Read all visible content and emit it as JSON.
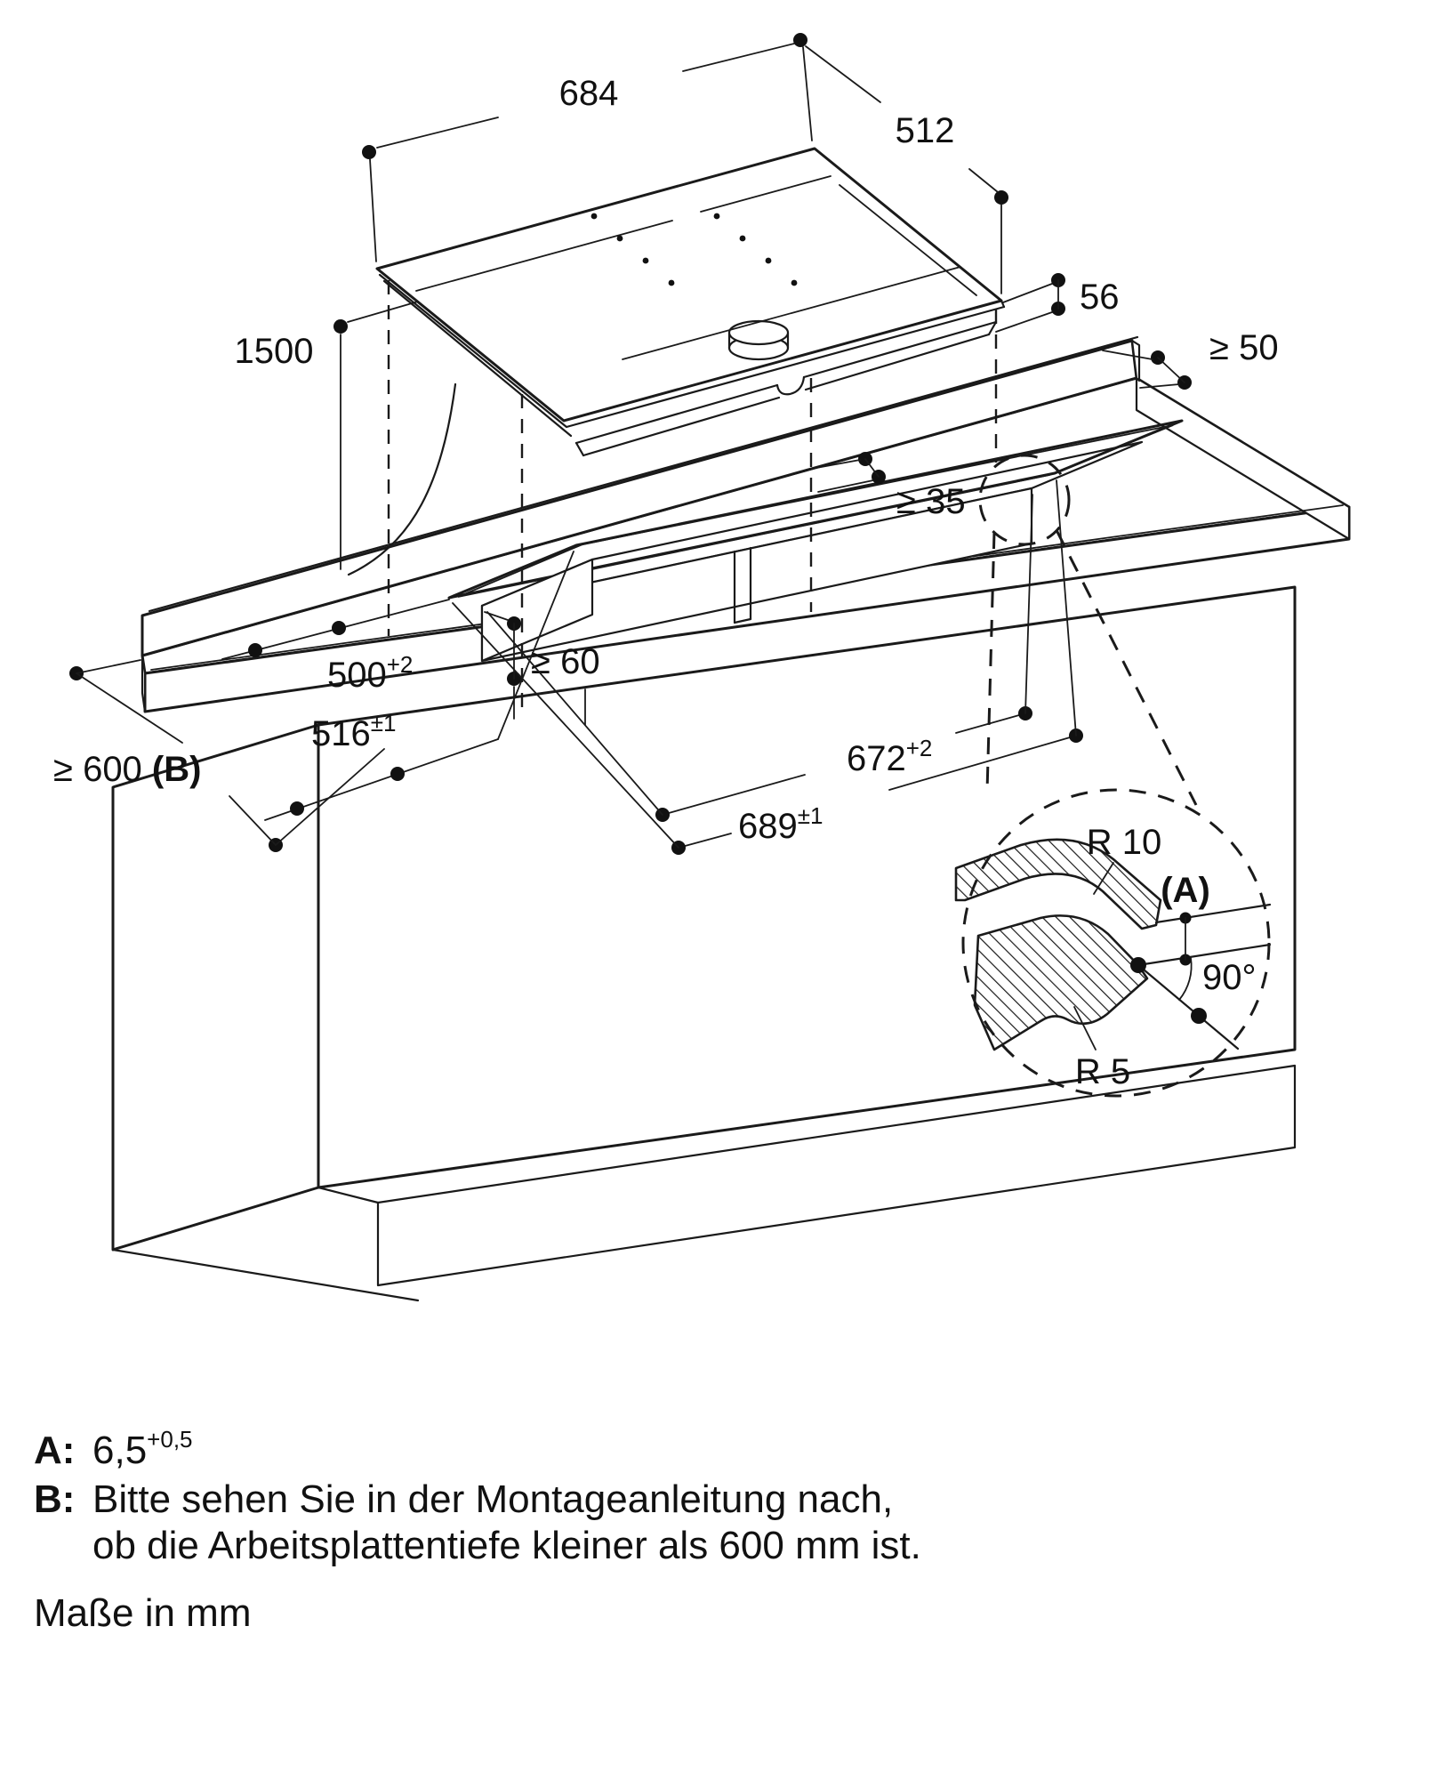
{
  "accent_color": "#111111",
  "dims": {
    "d684": "684",
    "d512": "512",
    "d1500": "1500",
    "d56": "56",
    "dge50": "≥ 50",
    "dge35": "≥ 35",
    "d500": {
      "base": "500",
      "sup": "+2"
    },
    "dge60": "≥ 60",
    "d516": {
      "base": "516",
      "sup": "±1"
    },
    "d672": {
      "base": "672",
      "sup": "+2"
    },
    "d689": {
      "base": "689",
      "sup": "±1"
    },
    "dge600": {
      "base": "≥ 600 ",
      "bold": "(B)"
    },
    "r10": "R 10",
    "a_ref": "(A)",
    "angle90": "90°",
    "r5": "R 5"
  },
  "notes": {
    "a_label": "A:",
    "a_base": "6,5",
    "a_sup": "+0,5",
    "b_label": "B:",
    "b_line1": "Bitte sehen Sie in der Montageanleitung nach,",
    "b_line2": "ob die Arbeitsplattentiefe kleiner als 600 mm ist.",
    "units": "Maße in mm"
  }
}
